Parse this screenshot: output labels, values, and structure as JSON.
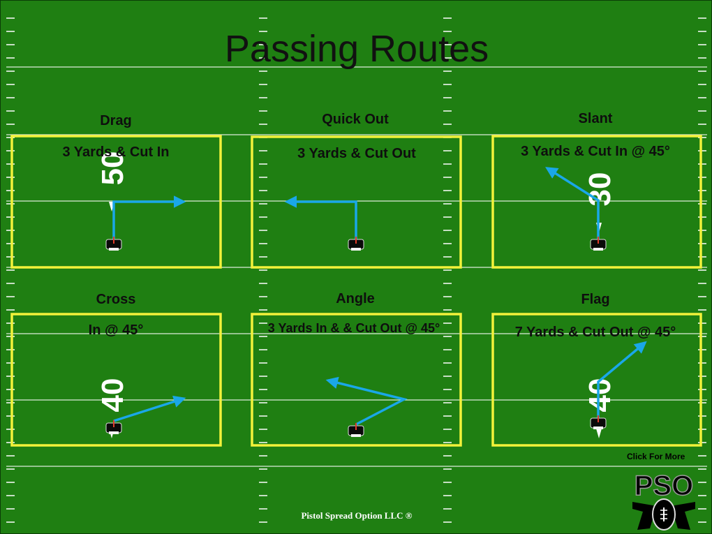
{
  "title": "Passing Routes",
  "colors": {
    "field": "#1f7f12",
    "box": "#f2f23a",
    "route": "#1aa7e8",
    "yardline": "#ffffff"
  },
  "field_numbers": {
    "left": [
      "50",
      "40"
    ],
    "right": [
      "30",
      "40"
    ]
  },
  "routes": [
    {
      "name": "Drag",
      "description": "3 Yards & Cut In",
      "path_icon": "route-arrow"
    },
    {
      "name": "Quick Out",
      "description": "3 Yards & Cut Out",
      "path_icon": "route-arrow"
    },
    {
      "name": "Slant",
      "description": "3 Yards & Cut In @ 45°",
      "path_icon": "route-arrow"
    },
    {
      "name": "Cross",
      "description": "In @ 45°",
      "path_icon": "route-arrow"
    },
    {
      "name": "Angle",
      "description": "3 Yards In & & Cut Out @ 45°",
      "path_icon": "route-arrow"
    },
    {
      "name": "Flag",
      "description": "7 Yards & Cut Out @ 45°",
      "path_icon": "route-arrow"
    }
  ],
  "cta": "Click For More",
  "logo_text": "PSO",
  "footer": "Pistol Spread Option LLC ®"
}
